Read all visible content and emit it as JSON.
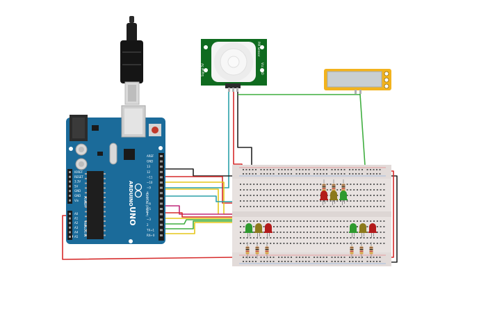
{
  "board": {
    "model": "UNO",
    "brand": "ARDUINO",
    "header_left": [
      "IOREF",
      "RESET",
      "3.3V",
      "5V",
      "GND",
      "GND",
      "Vin"
    ],
    "analog_pins": [
      "A0",
      "A1",
      "A2",
      "A3",
      "A4",
      "A5"
    ],
    "power_label": "POWER",
    "analog_label": "ANALOG IN",
    "digital_label": "DIGITAL (PWM~)",
    "digital_pins": [
      "AREF",
      "GND",
      "13",
      "12",
      "~11",
      "~10",
      "~9",
      "8",
      "7",
      "~6",
      "~5",
      "4",
      "~3",
      "2",
      "TX→1",
      "RX←0"
    ]
  },
  "pir": {
    "side_left": "Signal  5V",
    "side_right": "PIR Sensor",
    "side_right2": "Vcc GND"
  },
  "colors": {
    "board": "#1b6b9a",
    "board_dark": "#124e72",
    "breadboard": "#e8e2e0",
    "pir_pcb": "#0f6b1f",
    "lcd_frame": "#f2b31e",
    "lcd_screen": "#c9cfd2",
    "wire_red": "#d62a2a",
    "wire_black": "#222222",
    "wire_green": "#3fae3f",
    "wire_yellow": "#e6c619",
    "wire_cyan": "#2aa0a8",
    "wire_magenta": "#c0287a",
    "led_red": "#b31b1b",
    "led_green": "#2f9a2f",
    "led_yellow": "#8c7a1c"
  },
  "leds": {
    "top_group": [
      "red",
      "yellow",
      "green"
    ],
    "bottom_left_group": [
      "green",
      "yellow",
      "red"
    ],
    "bottom_right_group": [
      "green",
      "yellow",
      "red"
    ]
  },
  "icons": {
    "usb": "usb-cable-icon",
    "reset": "reset-button-icon",
    "dc_jack": "dc-jack-icon"
  }
}
